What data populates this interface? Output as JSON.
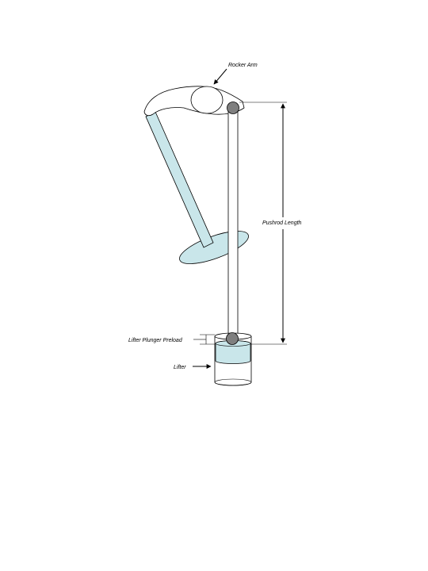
{
  "labels": {
    "rocker_arm": "Rocker Arm",
    "pushrod_length": "Pushrod Length",
    "lifter_plunger_preload": "Lifter Plunger Preload",
    "lifter": "Lifter"
  },
  "colors": {
    "light_blue": "#c9e6ea",
    "ball_gray": "#7f7f7f",
    "line": "#000000",
    "background": "#ffffff"
  }
}
